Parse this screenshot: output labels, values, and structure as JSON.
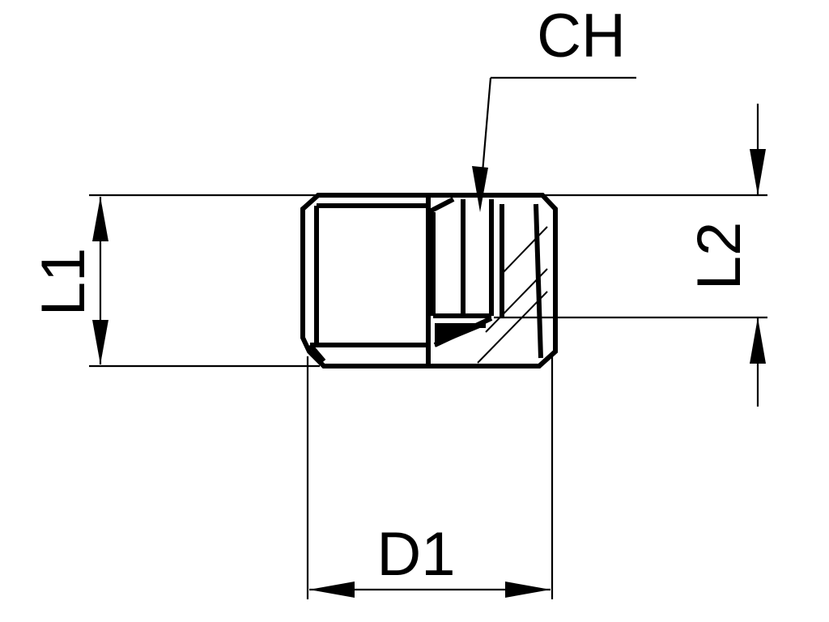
{
  "diagram": {
    "labels": {
      "ch": "CH",
      "l1": "L1",
      "l2": "L2",
      "d1": "D1"
    },
    "colors": {
      "line": "#000000",
      "background": "#ffffff"
    }
  }
}
